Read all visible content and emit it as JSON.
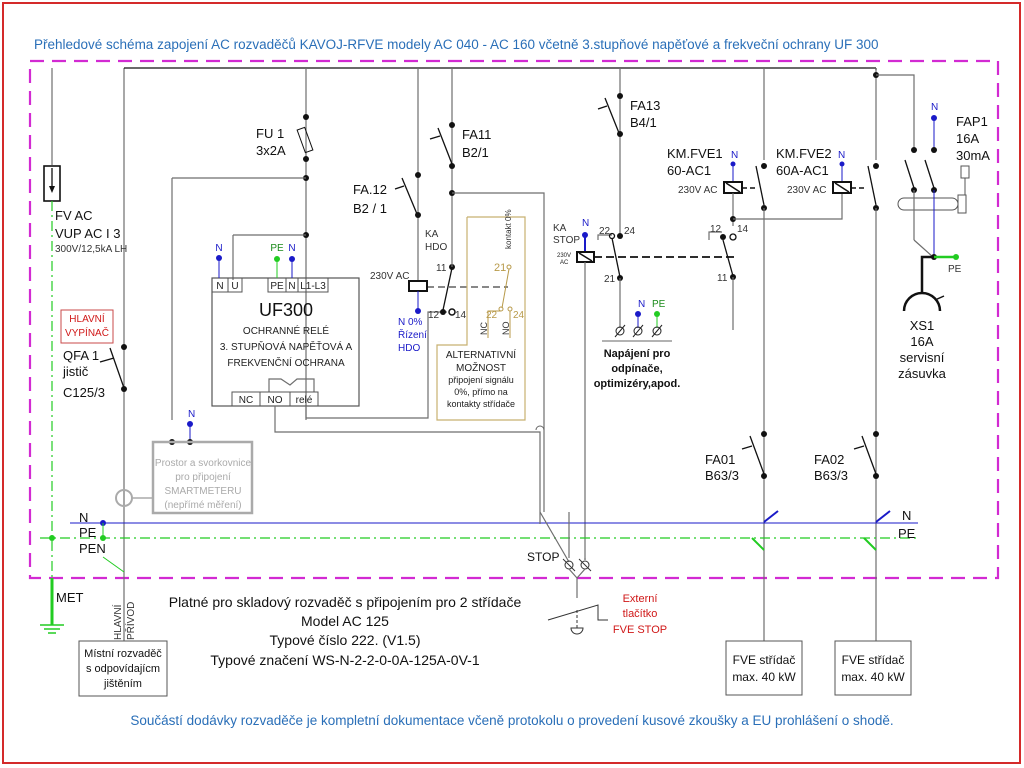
{
  "title": "Přehledové schéma zapojení AC rozvaděčů KAVOJ-RFVE modely AC 040 - AC 160 včetně 3.stupňové napěťové a frekveční ochrany UF 300",
  "footer": "Součástí dodávky rozvaděče je kompletní dokumentace včeně protokolu o provedení kusové zkoušky a EU prohlášení o shodě.",
  "colors": {
    "border": "#d42a2a",
    "dashed_enclosure": "#d22ad2",
    "title": "#2a6fb8",
    "neutral": "#1a1ac8",
    "pe": "#22cc22",
    "alt_option": "#b89a4a",
    "warning": "#d01818"
  },
  "components": {
    "fv_ac": {
      "name": "FV AC",
      "type": "VUP AC I 3",
      "rating": "300V/12,5kA LH"
    },
    "main_switch_label": [
      "HLAVNÍ",
      "VYPÍNAČ"
    ],
    "qfa1": {
      "name": "QFA 1",
      "type": "jistič",
      "rating": "C125/3"
    },
    "fu1": {
      "name": "FU 1",
      "rating": "3x2A"
    },
    "fa12": {
      "name": "FA.12",
      "rating": "B2 / 1"
    },
    "fa11": {
      "name": "FA11",
      "rating": "B2/1"
    },
    "fa13": {
      "name": "FA13",
      "rating": "B4/1"
    },
    "ka_hdo": {
      "name": [
        "KA",
        "HDO"
      ],
      "coil": "230V AC",
      "contacts": [
        "11",
        "12",
        "14"
      ],
      "n_label": [
        "N  0%",
        "Řízení",
        "HDO"
      ]
    },
    "uf300": {
      "title": "UF300",
      "lines": [
        "OCHRANNÉ RELÉ",
        "3. STUPŇOVÁ NAPĚŤOVÁ A",
        "FREKVENČNÍ OCHRANA"
      ],
      "top_terminals": [
        "N",
        "U",
        "PE",
        "N",
        "L1-L3"
      ],
      "bottom_terminals": [
        "NC",
        "NO",
        "relé"
      ],
      "top_labels": [
        "N",
        "PE",
        "N"
      ]
    },
    "alt_option": {
      "contact_label": "kontakt 0%",
      "contacts": [
        "21",
        "22",
        "24"
      ],
      "nc": "NC",
      "no": "NO",
      "lines": [
        "ALTERNATIVNÍ",
        "MOŽNOST",
        "připojení signálu",
        "0%, přímo na",
        "kontakty střídače"
      ]
    },
    "ka_stop": {
      "name": [
        "KA",
        "STOP"
      ],
      "n": "N",
      "coil": [
        "230V",
        "AC"
      ],
      "contacts": [
        "22",
        "24",
        "21"
      ]
    },
    "supply": {
      "n": "N",
      "pe": "PE",
      "lines": [
        "Napájení pro",
        "odpínače,",
        "optimizéry,apod."
      ]
    },
    "km_fve1": {
      "name": "KM.FVE1",
      "type": "60-AC1",
      "n": "N",
      "coil": "230V AC",
      "contacts": [
        "12",
        "14",
        "11"
      ]
    },
    "km_fve2": {
      "name": "KM.FVE2",
      "type": "60A-AC1",
      "n": "N",
      "coil": "230V AC"
    },
    "fap1": {
      "name": "FAP1",
      "rating": "16A",
      "trip": "30mA",
      "n": "N",
      "pe": "PE"
    },
    "xs1": {
      "name": "XS1",
      "rating": "16A",
      "lines": [
        "servisní",
        "zásuvka"
      ]
    },
    "smartmeter": {
      "n": "N",
      "lines": [
        "Prostor a svorkovnice",
        "pro připojení",
        "SMARTMETERU",
        "(nepřímé měření)"
      ]
    },
    "fa01": {
      "name": "FA01",
      "rating": "B63/3"
    },
    "fa02": {
      "name": "FA02",
      "rating": "B63/3"
    },
    "bus": {
      "n_left": "N",
      "pe_left": "PE",
      "pen": "PEN",
      "n_right": "N",
      "pe_right": "PE",
      "met": "MET"
    },
    "main_feed": [
      "HLAVNÍ",
      "PŘÍVOD"
    ],
    "local_board": [
      "Místní rozvaděč",
      "s odpovídajícm",
      "jištěním"
    ],
    "stop": {
      "label": "STOP",
      "lines": [
        "Externí",
        "tlačítko",
        "FVE STOP"
      ]
    },
    "inverter1": [
      "FVE střídač",
      "max. 40 kW"
    ],
    "inverter2": [
      "FVE střídač",
      "max. 40 kW"
    ]
  },
  "notes": [
    "Platné pro skladový rozvaděč s připojením pro 2 střídače",
    "Model AC 125",
    "Typové číslo 222. (V1.5)",
    "Typové značení WS-N-2-2-0-0A-125A-0V-1"
  ]
}
